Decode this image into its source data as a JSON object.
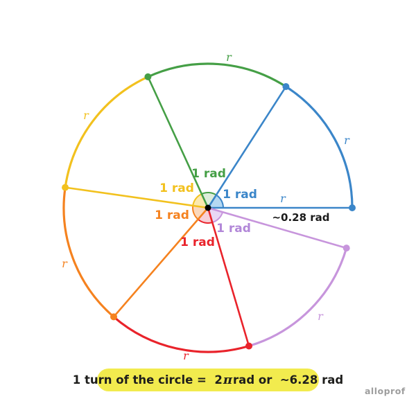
{
  "colors": {
    "blue": "#3B86C9",
    "green": "#459F46",
    "yellow": "#F2C11E",
    "orange": "#F5821F",
    "red": "#E9232B",
    "purple": "#C795DC",
    "purple_label": "#B287D8",
    "pastel_blue": "#B5D8F2",
    "pastel_green": "#DDEDDB",
    "pastel_yellow": "#FBE9AF",
    "pastel_orange": "#FAD8BC",
    "pastel_pink": "#F7CFD6",
    "pastel_purple": "#E9D7F5",
    "pastel_gap": "#FDFBFE",
    "center_dot": "#000000",
    "remainder_text": "#1B1B1B",
    "caption_bg": "#F2EB4E",
    "caption_text": "#1E1E1C",
    "watermark": "#9E9E9E"
  },
  "labels": {
    "one_rad": "1 rad",
    "r": "r",
    "remainder": "~0.28 rad"
  },
  "caption": {
    "part1": "1 turn of the circle =  2",
    "pi": "π",
    "part2": "rad or  ~6.28 rad"
  },
  "watermark": "alloprof"
}
